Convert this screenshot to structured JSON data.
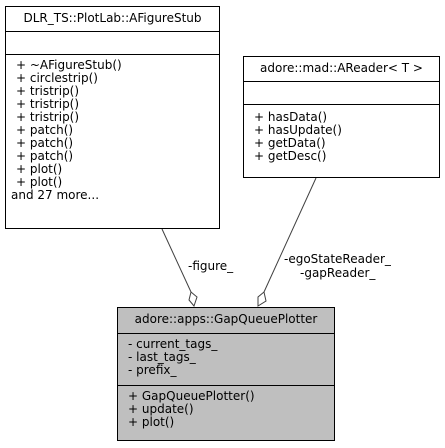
{
  "classes": {
    "figure_stub": {
      "name": "DLR_TS::PlotLab::AFigureStub",
      "attributes": [],
      "methods": [
        "+ ~AFigureStub()",
        "+ circlestrip()",
        "+ tristrip()",
        "+ tristrip()",
        "+ tristrip()",
        "+ patch()",
        "+ patch()",
        "+ patch()",
        "+ plot()",
        "+ plot()",
        "and 27 more..."
      ]
    },
    "areader": {
      "name": "adore::mad::AReader< T >",
      "attributes": [],
      "methods": [
        "+ hasData()",
        "+ hasUpdate()",
        "+ getData()",
        "+ getDesc()"
      ]
    },
    "gap_queue_plotter": {
      "name": "adore::apps::GapQueuePlotter",
      "attributes": [
        "- current_tags_",
        "- last_tags_",
        "- prefix_"
      ],
      "methods": [
        "+ GapQueuePlotter()",
        "+ update()",
        "+ plot()"
      ]
    }
  },
  "edges": {
    "figure": {
      "label": "-figure_"
    },
    "reader": {
      "label_line1": "-egoStateReader_",
      "label_line2": "-gapReader_"
    }
  }
}
